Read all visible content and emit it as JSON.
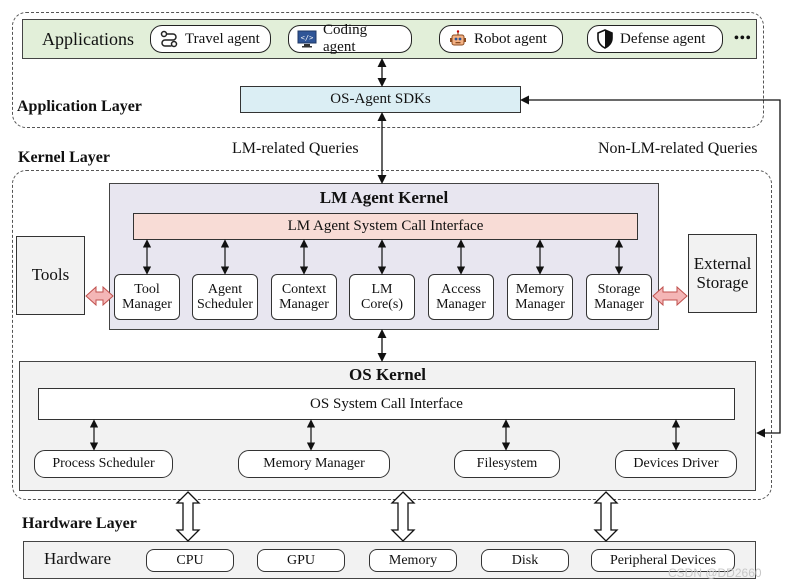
{
  "application_layer": {
    "label": "Application Layer",
    "applications_label": "Applications",
    "agents": [
      {
        "label": "Travel agent",
        "icon": "route-icon"
      },
      {
        "label": "Coding agent",
        "icon": "code-monitor-icon"
      },
      {
        "label": "Robot agent",
        "icon": "robot-icon"
      },
      {
        "label": "Defense agent",
        "icon": "shield-icon"
      }
    ],
    "more": "•••",
    "sdk": "OS-Agent SDKs"
  },
  "queries": {
    "lm_related": "LM-related Queries",
    "non_lm_related": "Non-LM-related Queries"
  },
  "kernel_layer": {
    "label": "Kernel Layer",
    "tools": "Tools",
    "external_storage": "External Storage",
    "lm_agent_kernel": {
      "title": "LM Agent Kernel",
      "syscall": "LM Agent System Call Interface",
      "modules": [
        "Tool Manager",
        "Agent Scheduler",
        "Context Manager",
        "LM Core(s)",
        "Access Manager",
        "Memory Manager",
        "Storage Manager"
      ]
    },
    "os_kernel": {
      "title": "OS Kernel",
      "syscall": "OS System Call Interface",
      "modules": [
        "Process Scheduler",
        "Memory Manager",
        "Filesystem",
        "Devices Driver"
      ]
    }
  },
  "hardware_layer": {
    "label": "Hardware Layer",
    "hardware_label": "Hardware",
    "items": [
      "CPU",
      "GPU",
      "Memory",
      "Disk",
      "Peripheral Devices"
    ]
  },
  "watermark": "CSDN @DD2660",
  "colors": {
    "applications_bg": "#e2efd9",
    "sdk_bg": "#dbeef4",
    "lm_kernel_bg": "#e8e6f0",
    "lm_syscall_bg": "#f8dcd6",
    "os_kernel_bg": "#f2f2f2",
    "side_box_bg": "#f2f2f2",
    "pink_arrow": "#f4b6b6"
  }
}
